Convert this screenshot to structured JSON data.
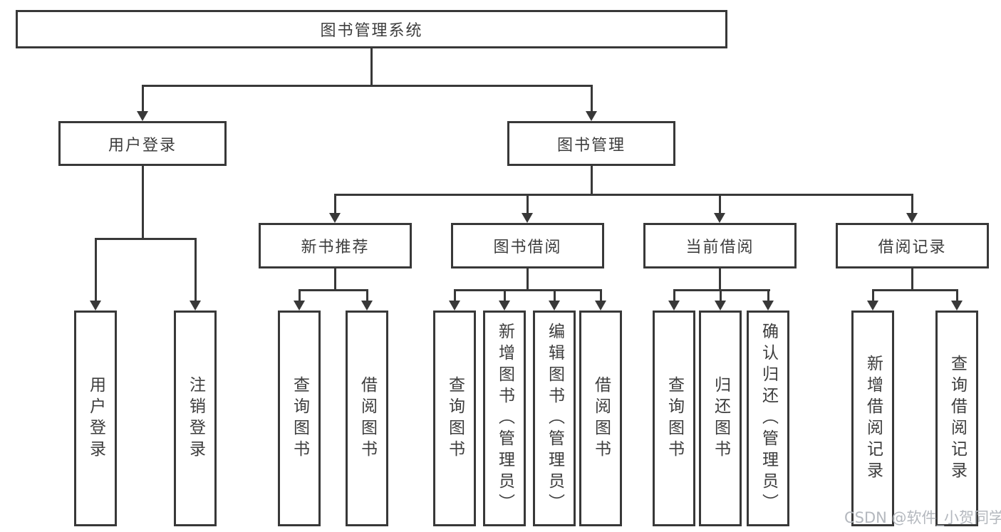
{
  "tree": {
    "root": {
      "label": "图书管理系统"
    },
    "level2": [
      {
        "label": "用户登录",
        "leaves": [
          {
            "label": "用户登录"
          },
          {
            "label": "注销登录"
          }
        ]
      },
      {
        "label": "图书管理",
        "children": [
          {
            "label": "新书推荐",
            "leaves": [
              {
                "label": "查询图书"
              },
              {
                "label": "借阅图书"
              }
            ]
          },
          {
            "label": "图书借阅",
            "leaves": [
              {
                "label": "查询图书"
              },
              {
                "label": "新增图书（管理员）"
              },
              {
                "label": "编辑图书（管理员）"
              },
              {
                "label": "借阅图书"
              }
            ]
          },
          {
            "label": "当前借阅",
            "leaves": [
              {
                "label": "查询图书"
              },
              {
                "label": "归还图书"
              },
              {
                "label": "确认归还（管理员）"
              }
            ]
          },
          {
            "label": "借阅记录",
            "leaves": [
              {
                "label": "新增借阅记录"
              },
              {
                "label": "查询借阅记录"
              }
            ]
          }
        ]
      }
    ]
  },
  "watermark": {
    "text": "CSDN @软件_小贺同学"
  },
  "colors": {
    "line": "#383838",
    "text": "#3d3d3d",
    "watermark": "#b4b8be",
    "background": "#ffffff"
  }
}
